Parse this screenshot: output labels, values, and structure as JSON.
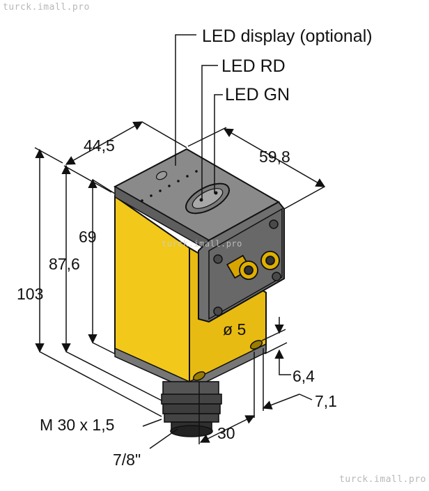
{
  "watermark": "turck.imall.pro",
  "callouts": {
    "led_display": "LED display (optional)",
    "led_rd": "LED RD",
    "led_gn": "LED GN"
  },
  "dimensions": {
    "width": "44,5",
    "depth": "59,8",
    "body_height": "69",
    "height_mid": "87,6",
    "height_total": "103",
    "hole_diameter": "ø 5",
    "hole_offset": "6,4",
    "hole_inset": "7,1",
    "hole_spacing": "30",
    "thread": "M 30 x 1,5",
    "connector": "7/8\""
  },
  "colors": {
    "housing": "#f2c81a",
    "housing_shade": "#e2b410",
    "cap": "#6f6f6f",
    "cap_top": "#8a8a8a",
    "connector": "#3d3d3d",
    "line": "#111111"
  }
}
